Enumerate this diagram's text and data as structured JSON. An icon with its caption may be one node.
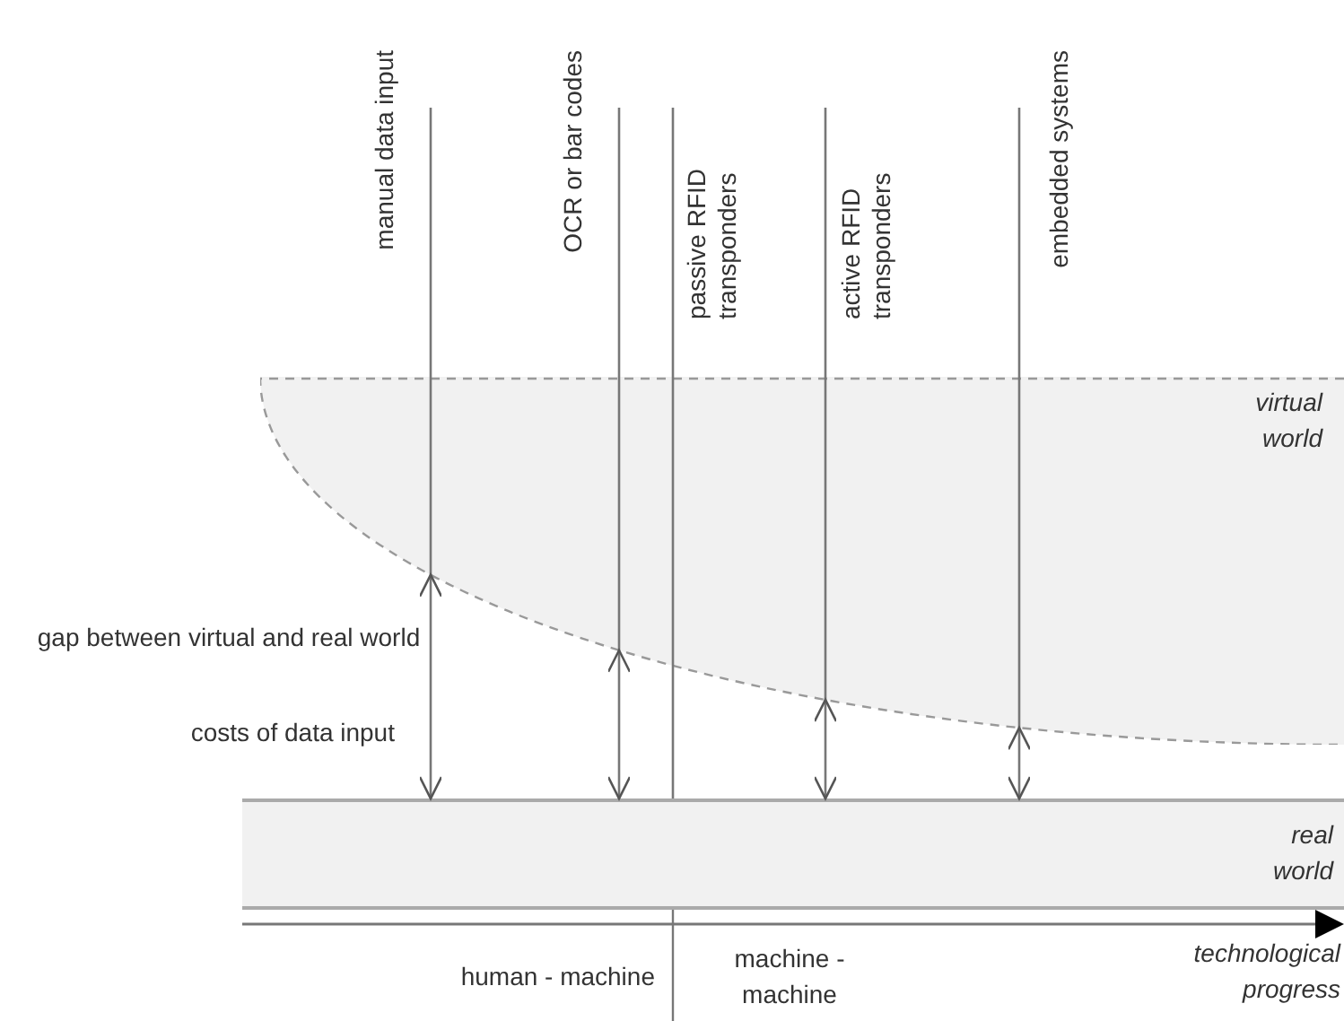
{
  "diagram": {
    "nodes": [
      {
        "text": [
          "manual data input"
        ]
      },
      {
        "text": [
          "OCR or bar codes"
        ]
      },
      {
        "text": [
          "passive RFID transponders"
        ]
      },
      {
        "text": [
          "active RFID transponders"
        ]
      },
      {
        "text": [
          "embedded systems"
        ]
      },
      {
        "text": [
          "virtual world"
        ]
      },
      {
        "text": [
          "real world"
        ]
      }
    ],
    "edges": [
      {
        "from": 0,
        "to": 5,
        "arrow": "none"
      },
      {
        "from": 5,
        "to": 6,
        "arrow": "both"
      },
      {
        "from": 1,
        "to": 5,
        "arrow": "none"
      },
      {
        "from": 5,
        "to": 6,
        "arrow": "both"
      },
      {
        "from": 2,
        "to": 5,
        "arrow": "none"
      },
      {
        "from": 5,
        "to": 6,
        "arrow": "none"
      },
      {
        "from": 3,
        "to": 5,
        "arrow": "none"
      },
      {
        "from": 5,
        "to": 6,
        "arrow": "both"
      },
      {
        "from": 4,
        "to": 5,
        "arrow": "none"
      },
      {
        "from": 5,
        "to": 6,
        "arrow": "both"
      }
    ],
    "labels": [
      "gap between virtual and real world",
      "costs of data input",
      "human - machine",
      "machine - machine",
      "technological progress"
    ]
  }
}
